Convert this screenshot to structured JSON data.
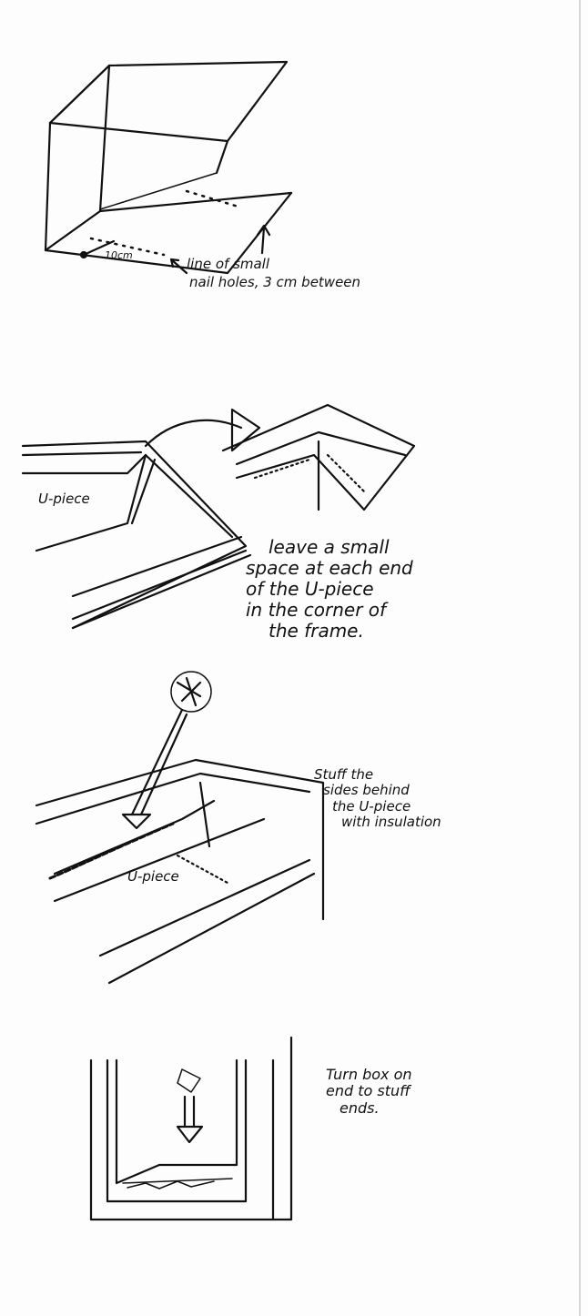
{
  "panel1": {
    "measure_label": "10cm",
    "note_line1": "line of small",
    "note_line2": "nail holes, 3 cm between"
  },
  "panel2": {
    "piece_label": "U-piece",
    "note": [
      "leave a small",
      "space at each end",
      "of the U-piece",
      "in the corner of",
      "the frame."
    ]
  },
  "panel3": {
    "note": [
      "Stuff the",
      "sides behind",
      "the U-piece",
      "with insulation"
    ],
    "piece_label": "U-piece"
  },
  "panel4": {
    "note": [
      "Turn box on",
      "end to stuff",
      "ends."
    ]
  }
}
